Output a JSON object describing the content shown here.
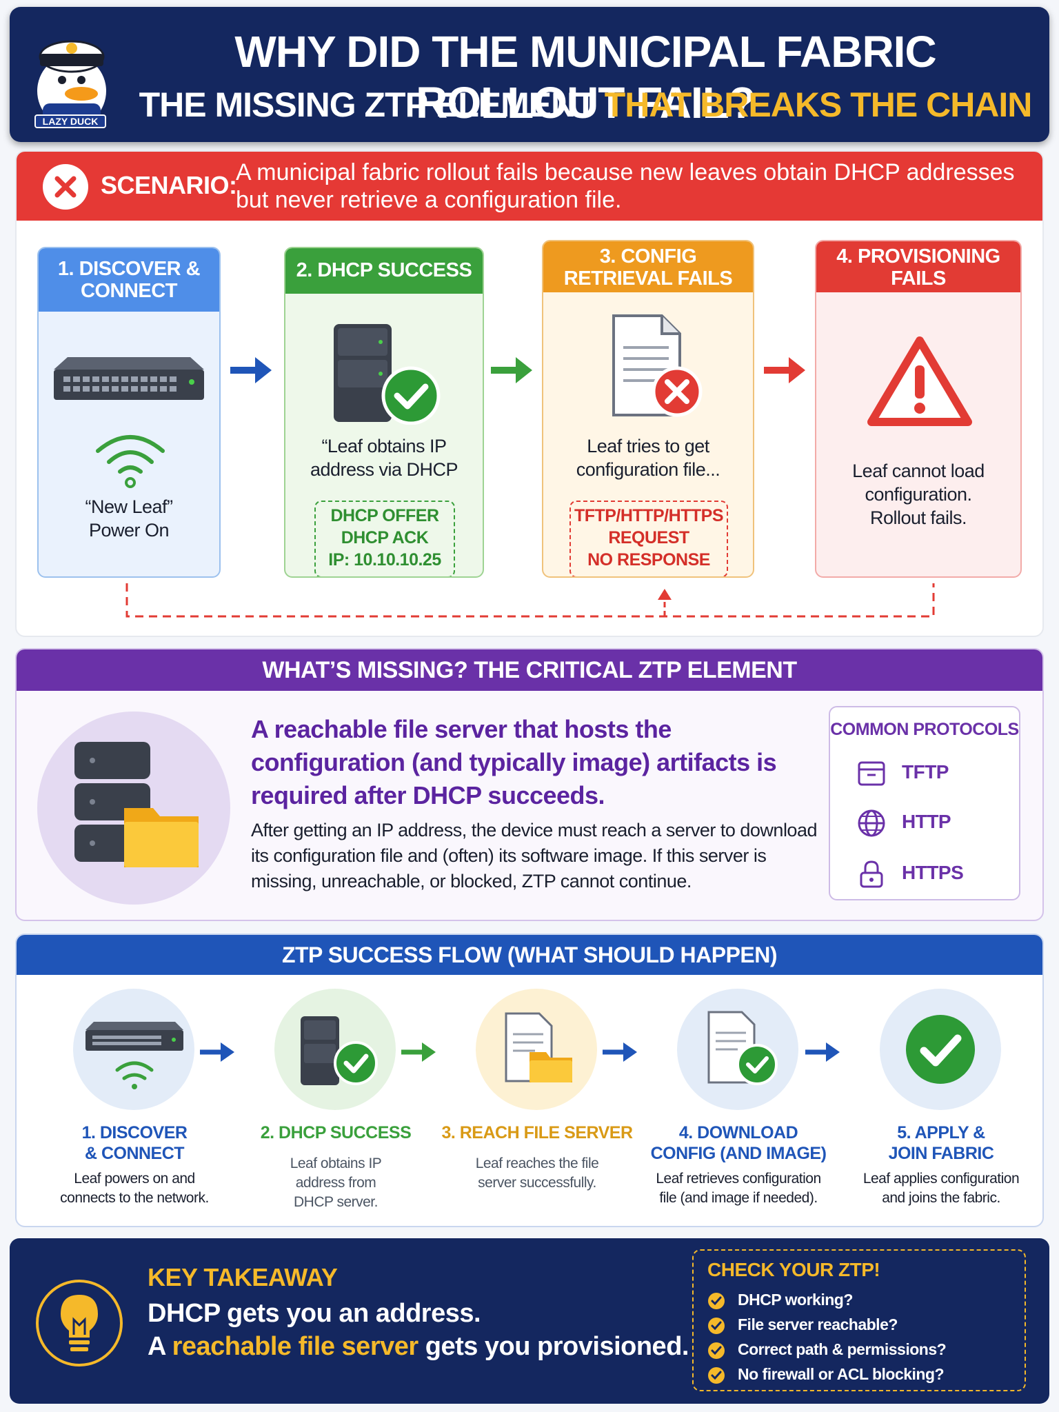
{
  "header": {
    "mascot_label": "LAZY DUCK",
    "title": "WHY DID THE MUNICIPAL FABRIC ROLLOUT FAIL?",
    "subtitle_part1": "THE MISSING ZTP ELEMENT ",
    "subtitle_part2": "THAT BREAKS THE CHAIN"
  },
  "scenario": {
    "label": "SCENARIO:",
    "text": "A municipal fabric rollout fails because new leaves obtain DHCP addresses but never retrieve a configuration file.",
    "steps": [
      {
        "title": "1. DISCOVER & CONNECT",
        "caption": "“New Leaf” Power On",
        "color": "#4f8ee8"
      },
      {
        "title": "2. DHCP SUCCESS",
        "caption": "“Leaf obtains IP address via DHCP",
        "color": "#3aa03c",
        "box_lines": [
          "DHCP OFFER",
          "DHCP ACK",
          "IP: 10.10.10.25"
        ]
      },
      {
        "title": "3. CONFIG RETRIEVAL FAILS",
        "caption": "Leaf tries to get configuration file...",
        "color": "#ee9a1f",
        "box_lines": [
          "TFTP/HTTP/HTTPS",
          "REQUEST",
          "NO RESPONSE"
        ]
      },
      {
        "title": "4. PROVISIONING FAILS",
        "caption": "Leaf cannot load configuration. Rollout fails.",
        "color": "#e23b34"
      }
    ]
  },
  "missing": {
    "heading": "WHAT’S MISSING? THE CRITICAL ZTP ELEMENT",
    "main": "A reachable file server that hosts the configuration (and typically image) artifacts is required after DHCP succeeds.",
    "sub": "After getting an IP address, the device must reach a server to download its configuration file and (often) its software image. If this server is missing, unreachable, or blocked, ZTP cannot continue.",
    "protocols_title": "COMMON PROTOCOLS",
    "protocols": [
      {
        "label": "TFTP",
        "icon": "box-icon"
      },
      {
        "label": "HTTP",
        "icon": "globe-icon"
      },
      {
        "label": "HTTPS",
        "icon": "lock-icon"
      }
    ]
  },
  "flow": {
    "heading": "ZTP SUCCESS FLOW (WHAT SHOULD HAPPEN)",
    "steps": [
      {
        "title": "1. DISCOVER & CONNECT",
        "desc": "Leaf powers on and connects to the network.",
        "color": "#1f55b8"
      },
      {
        "title": "2. DHCP SUCCESS",
        "desc": "Leaf obtains IP address from DHCP server.",
        "color": "#3aa03c"
      },
      {
        "title": "3. REACH FILE SERVER",
        "desc": "Leaf reaches the file server successfully.",
        "color": "#e0a020"
      },
      {
        "title": "4. DOWNLOAD CONFIG (AND IMAGE)",
        "desc": "Leaf retrieves configuration file (and image if needed).",
        "color": "#1f55b8"
      },
      {
        "title": "5. APPLY & JOIN FABRIC",
        "desc": "Leaf applies configuration and joins the fabric.",
        "color": "#1f55b8"
      }
    ]
  },
  "takeaway": {
    "label": "KEY TAKEAWAY",
    "line1": "DHCP gets you an address.",
    "line2_a": "A ",
    "line2_b": "reachable file server",
    "line2_c": " gets you provisioned.",
    "check_title": "CHECK YOUR ZTP!",
    "checks": [
      "DHCP working?",
      "File server reachable?",
      "Correct path & permissions?",
      "No firewall or ACL blocking?"
    ]
  },
  "colors": {
    "navy": "#14275f",
    "accent_yellow": "#f5b92a",
    "scenario_red": "#e53935",
    "missing_purple": "#6a31a8",
    "flow_blue": "#1f55b8"
  }
}
